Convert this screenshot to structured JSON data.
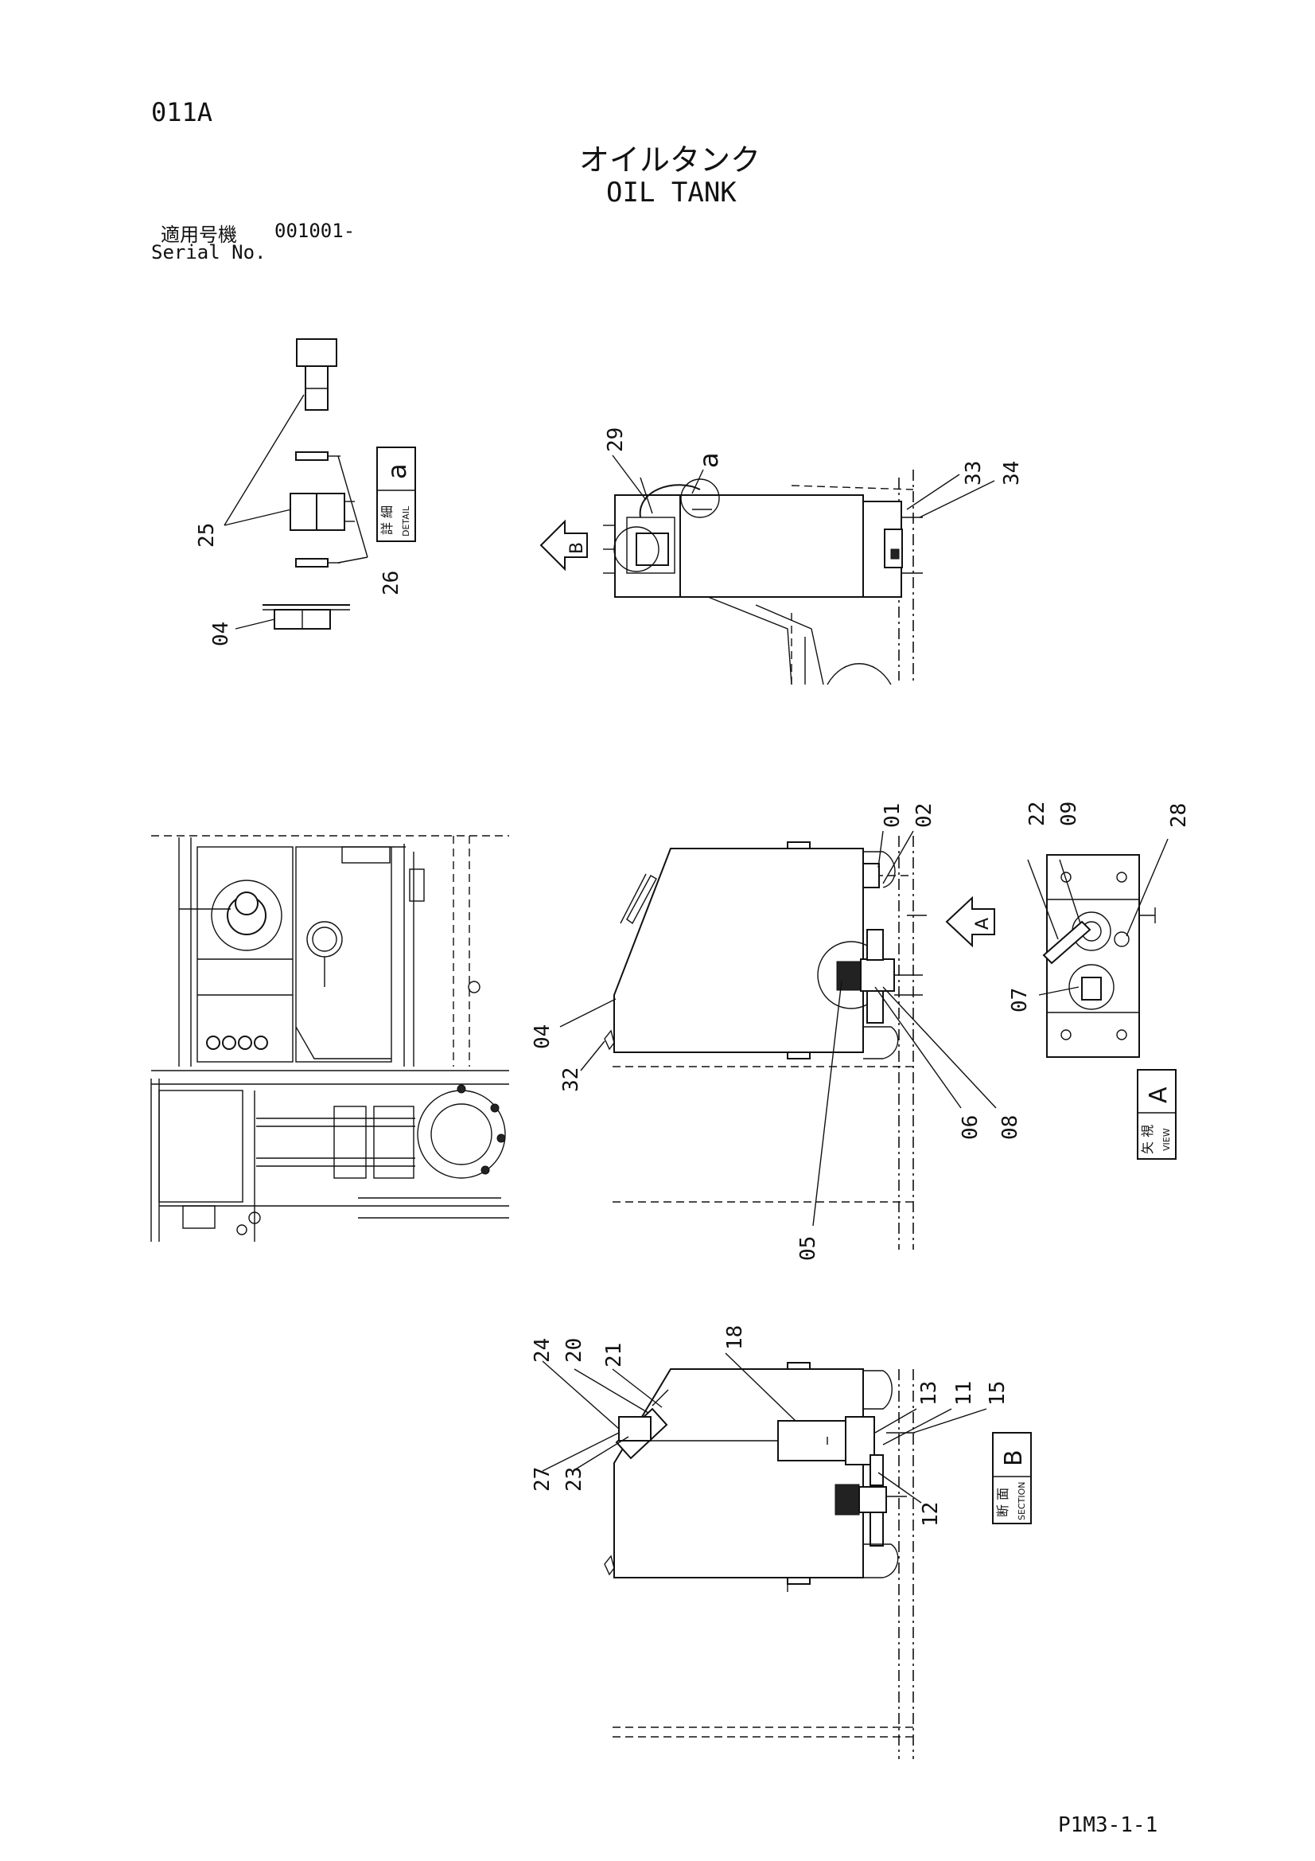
{
  "header": {
    "page_code": "011A",
    "title_jp": "オイルタンク",
    "title_en": "OIL TANK",
    "serial_label_jp": "適用号機",
    "serial_value": "001001-",
    "serial_label_en": "Serial No."
  },
  "views": {
    "detail": {
      "letter": "a",
      "jp": "詳 細",
      "en": "DETAIL"
    },
    "view": {
      "letter": "A",
      "jp": "矢 視",
      "en": "VIEW"
    },
    "section": {
      "letter": "B",
      "jp": "断 面",
      "en": "SECTION"
    },
    "arrow_b": "B",
    "arrow_a": "A",
    "callout_a": "a"
  },
  "part_numbers": {
    "p25": "25",
    "p26": "26",
    "p04_detail": "04",
    "p29": "29",
    "p33": "33",
    "p34": "34",
    "p01": "01",
    "p02": "02",
    "p22": "22",
    "p09": "09",
    "p28": "28",
    "p07": "07",
    "p04_main": "04",
    "p32": "32",
    "p06": "06",
    "p08": "08",
    "p05": "05",
    "p24": "24",
    "p20": "20",
    "p21": "21",
    "p18": "18",
    "p13": "13",
    "p11": "11",
    "p15": "15",
    "p27": "27",
    "p23": "23",
    "p12": "12"
  },
  "footer": {
    "page_ref": "P1M3-1-1"
  }
}
